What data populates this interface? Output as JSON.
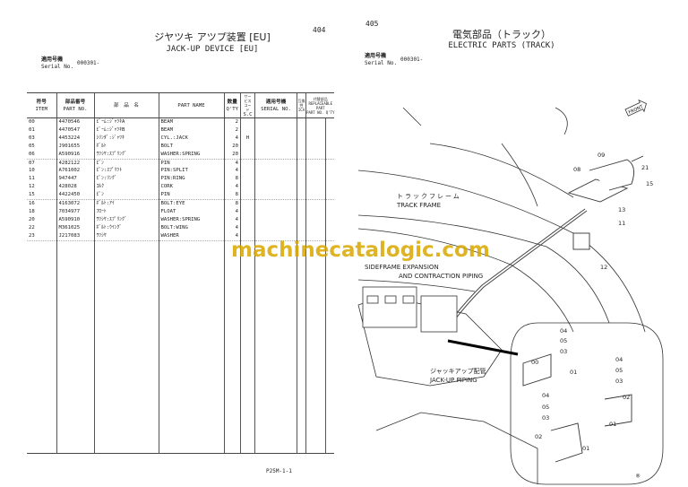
{
  "left_page": {
    "page_number": "404",
    "title_jp": "ジヤツキ アツプ装置 [EU]",
    "title_en": "JACK-UP DEVICE [EU]",
    "serial_label_jp": "適用号機",
    "serial_label_en": "Serial No.",
    "serial_value": "000301-",
    "table": {
      "headers": {
        "item_jp": "符号",
        "item_en": "ITEM",
        "part_no_jp": "部品番号",
        "part_no_en": "PART NO.",
        "name_jp": "部　品　名",
        "part_name": "PART NAME",
        "qty_jp": "数量",
        "qty_en": "Q'TY",
        "sc_jp": "サービスコード",
        "sc_en": "S.C",
        "serial_jp": "適用号機",
        "serial_en": "SERIAL NO.",
        "ica_jp": "互換性",
        "ica_en": "ICA",
        "repl_jp": "代替部品",
        "repl_en": "REPLACEABLE PART",
        "repl_part_jp": "部品番号",
        "repl_part_en": "PART NO.",
        "repl_qty_en": "Q'TY"
      },
      "rows": [
        {
          "item": "00",
          "part_no": "4470546",
          "name_jp": "ﾋﾞｰﾑ:ｼﾞｬﾂｷA",
          "part_name": "BEAM",
          "qty": "2",
          "sc": ""
        },
        {
          "item": "01",
          "part_no": "4470547",
          "name_jp": "ﾋﾞｰﾑ:ｼﾞｬﾂｷB",
          "part_name": "BEAM",
          "qty": "2",
          "sc": ""
        },
        {
          "item": "03",
          "part_no": "4453224",
          "name_jp": "ｼﾘﾝﾀﾞ:ｼﾞｬﾂｷ",
          "part_name": "CYL.:JACK",
          "qty": "4",
          "sc": "H"
        },
        {
          "item": "05",
          "part_no": "J901655",
          "name_jp": "ﾎﾞﾙﾄ",
          "part_name": "BOLT",
          "qty": "20",
          "sc": ""
        },
        {
          "item": "06",
          "part_no": "A590916",
          "name_jp": "ﾜﾂｼﾔ:ｽﾌﾟﾘﾝｸﾞ",
          "part_name": "WASHER:SPRING",
          "qty": "20",
          "sc": ""
        },
        {
          "item": "07",
          "part_no": "4282122",
          "name_jp": "ﾋﾟﾝ",
          "part_name": "PIN",
          "qty": "4",
          "sc": ""
        },
        {
          "item": "10",
          "part_no": "A761002",
          "name_jp": "ﾋﾟﾝ:ｽﾌﾟﾘﾂﾄ",
          "part_name": "PIN:SPLIT",
          "qty": "4",
          "sc": ""
        },
        {
          "item": "11",
          "part_no": "947447",
          "name_jp": "ﾋﾟﾝ:ﾘﾝｸﾞ",
          "part_name": "PIN:RING",
          "qty": "8",
          "sc": ""
        },
        {
          "item": "12",
          "part_no": "428028",
          "name_jp": "ｺﾙｸ",
          "part_name": "CORK",
          "qty": "4",
          "sc": ""
        },
        {
          "item": "15",
          "part_no": "4422450",
          "name_jp": "ﾋﾟﾝ",
          "part_name": "PIN",
          "qty": "8",
          "sc": ""
        },
        {
          "item": "16",
          "part_no": "4163072",
          "name_jp": "ﾎﾞﾙﾄ:ｱｲ",
          "part_name": "BOLT:EYE",
          "qty": "8",
          "sc": ""
        },
        {
          "item": "18",
          "part_no": "7034977",
          "name_jp": "ﾌﾛｰﾄ",
          "part_name": "FLOAT",
          "qty": "4",
          "sc": ""
        },
        {
          "item": "20",
          "part_no": "A590910",
          "name_jp": "ﾜﾂｼﾔ:ｽﾌﾟﾘﾝｸﾞ",
          "part_name": "WASHER:SPRING",
          "qty": "4",
          "sc": ""
        },
        {
          "item": "22",
          "part_no": "M361025",
          "name_jp": "ﾎﾞﾙﾄ:ｳｲﾝｸﾞ",
          "part_name": "BOLT:WING",
          "qty": "4",
          "sc": ""
        },
        {
          "item": "23",
          "part_no": "J217083",
          "name_jp": "ﾜﾂｼﾔ",
          "part_name": "WASHER",
          "qty": "4",
          "sc": ""
        }
      ]
    },
    "footer_code": "P25M-1-1"
  },
  "right_page": {
    "page_number": "405",
    "title_jp": "電気部品（トラック）",
    "title_en": "ELECTRIC PARTS (TRACK)",
    "serial_label_jp": "適用号機",
    "serial_label_en": "Serial No.",
    "serial_value": "000301-",
    "front_label": "FRONT",
    "labels": {
      "track_frame_jp": "トラックフレーム",
      "track_frame_en": "TRACK FRAME",
      "sideframe_en_1": "SIDEFRAME EXPANSION",
      "sideframe_en_2": "AND CONTRACTION PIPING",
      "jackup_jp": "ジャッキアップ配管",
      "jackup_en": "JACK-UP PIPING"
    },
    "callouts": [
      "09",
      "08",
      "21",
      "15",
      "13",
      "11",
      "12",
      "04",
      "05",
      "03",
      "00",
      "01",
      "04",
      "05",
      "03",
      "02",
      "01",
      "04",
      "05",
      "03",
      "02",
      "01"
    ],
    "mark": "®"
  },
  "watermark": "machinecatalogic.com",
  "colors": {
    "watermark": "#d9a800",
    "ink": "#222222"
  }
}
